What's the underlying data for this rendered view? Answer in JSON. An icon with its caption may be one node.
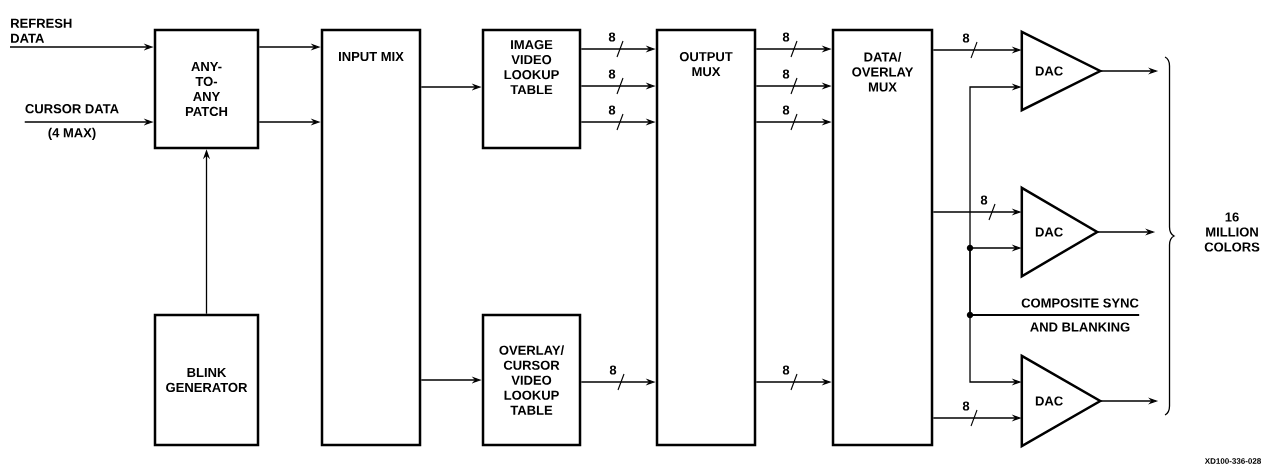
{
  "diagram": {
    "nodes": [
      {
        "text": [
          "REFRESH DATA"
        ]
      },
      {
        "text": [
          "CURSOR DATA",
          "(4 MAX)"
        ]
      },
      {
        "text": [
          "ANY-TO-ANY PATCH"
        ]
      },
      {
        "text": [
          "BLINK GENERATOR"
        ]
      },
      {
        "text": [
          "INPUT MIX"
        ]
      },
      {
        "text": [
          "IMAGE VIDEO LOOKUP TABLE"
        ]
      },
      {
        "text": [
          "OVERLAY/CURSOR VIDEO LOOKUP TABLE"
        ]
      },
      {
        "text": [
          "OUTPUT MUX"
        ]
      },
      {
        "text": [
          "DATA/OVERLAY MUX"
        ]
      },
      {
        "text": [
          "DAC"
        ]
      },
      {
        "text": [
          "DAC"
        ]
      },
      {
        "text": [
          "DAC"
        ]
      },
      {
        "text": [
          "COMPOSITE SYNC",
          "AND BLANKING"
        ]
      }
    ],
    "edges": [
      {
        "from": 0,
        "to": 2,
        "arrow": "to"
      },
      {
        "from": 1,
        "to": 2,
        "arrow": "to"
      },
      {
        "from": 3,
        "to": 2,
        "arrow": "to"
      },
      {
        "from": 2,
        "to": 4,
        "arrow": "to"
      },
      {
        "from": 2,
        "to": 4,
        "arrow": "to"
      },
      {
        "from": 4,
        "to": 5,
        "arrow": "to"
      },
      {
        "from": 4,
        "to": 6,
        "arrow": "to"
      },
      {
        "from": 5,
        "to": 7,
        "arrow": "to",
        "label": "8"
      },
      {
        "from": 5,
        "to": 7,
        "arrow": "to",
        "label": "8"
      },
      {
        "from": 5,
        "to": 7,
        "arrow": "to",
        "label": "8"
      },
      {
        "from": 6,
        "to": 7,
        "arrow": "to",
        "label": "8"
      },
      {
        "from": 7,
        "to": 8,
        "arrow": "to",
        "label": "8"
      },
      {
        "from": 7,
        "to": 8,
        "arrow": "to",
        "label": "8"
      },
      {
        "from": 7,
        "to": 8,
        "arrow": "to",
        "label": "8"
      },
      {
        "from": 7,
        "to": 8,
        "arrow": "to",
        "label": "8"
      },
      {
        "from": 8,
        "to": 9,
        "arrow": "to",
        "label": "8"
      },
      {
        "from": 8,
        "to": 10,
        "arrow": "to",
        "label": "8"
      },
      {
        "from": 8,
        "to": 11,
        "arrow": "to",
        "label": "8"
      },
      {
        "from": 12,
        "to": 9,
        "arrow": "to"
      },
      {
        "from": 12,
        "to": 10,
        "arrow": "to"
      },
      {
        "from": 12,
        "to": 11,
        "arrow": "to"
      },
      {
        "from": 9,
        "to": null,
        "arrow": "to"
      },
      {
        "from": 10,
        "to": null,
        "arrow": "to"
      },
      {
        "from": 11,
        "to": null,
        "arrow": "to"
      }
    ],
    "labels": [
      "16 MILLION COLORS",
      "XD100-336-028"
    ]
  }
}
